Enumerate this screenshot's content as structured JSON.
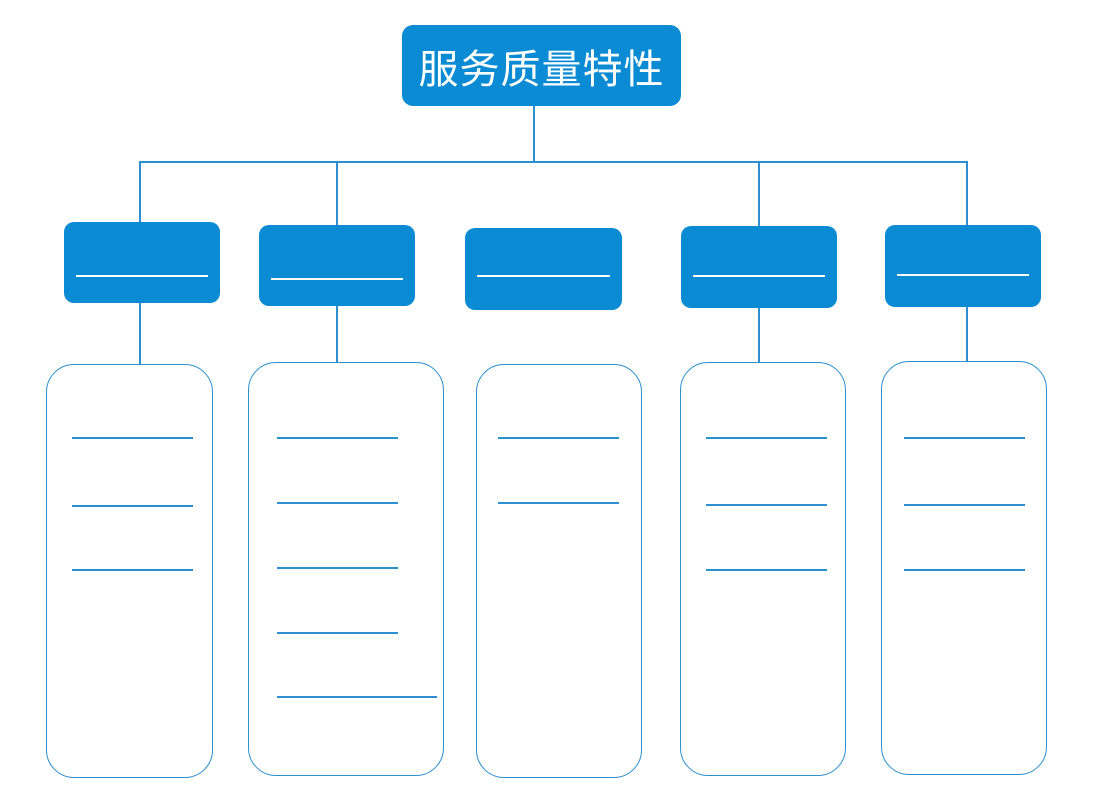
{
  "root": {
    "title": "服务质量特性"
  },
  "colors": {
    "box_fill": "#0a8bd3",
    "line": "#2b8fd0",
    "text": "#ffffff"
  },
  "categories": [
    {
      "label": "",
      "blank_lines": 3
    },
    {
      "label": "",
      "blank_lines": 5
    },
    {
      "label": "",
      "blank_lines": 2
    },
    {
      "label": "",
      "blank_lines": 3
    },
    {
      "label": "",
      "blank_lines": 3
    }
  ]
}
